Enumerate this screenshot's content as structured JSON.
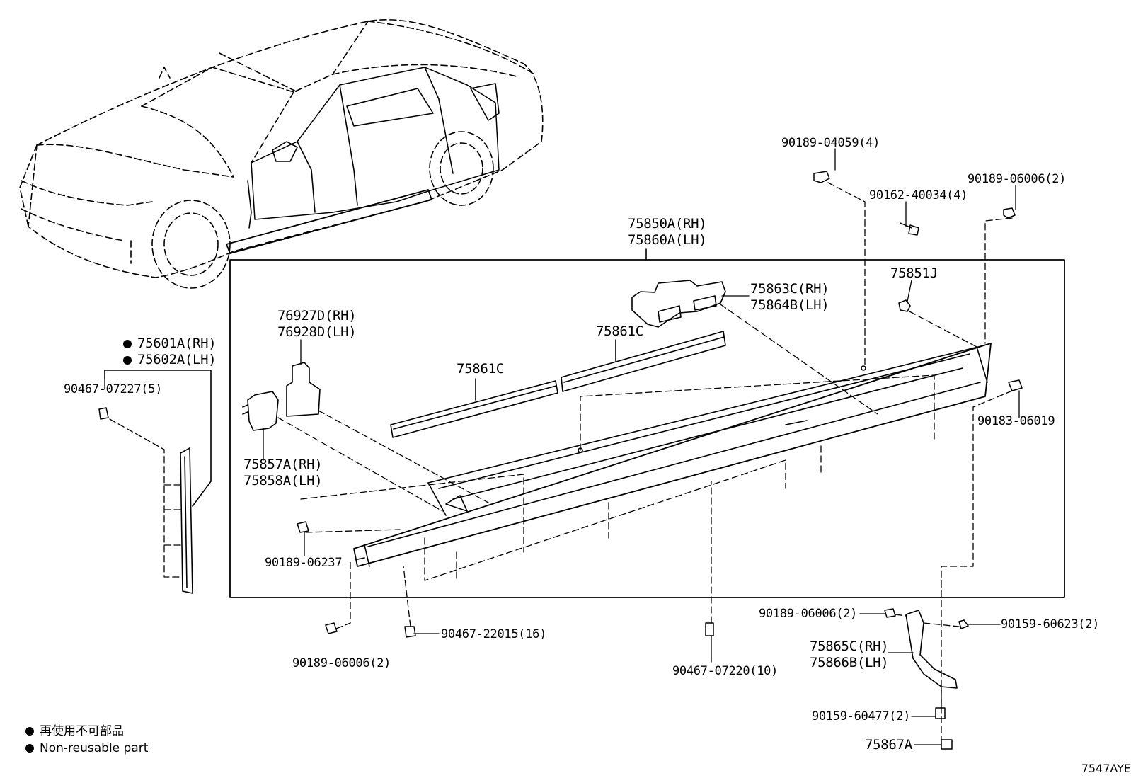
{
  "labels": {
    "p90189_04059": "90189-04059(4)",
    "p90162_40034": "90162-40034(4)",
    "p90189_06006_top": "90189-06006(2)",
    "p75850A": "75850A(RH)",
    "p75860A": "75860A(LH)",
    "p75851J": "75851J",
    "p75863C": "75863C(RH)",
    "p75864B": "75864B(LH)",
    "p76927D": "76927D(RH)",
    "p76928D": "76928D(LH)",
    "p75861C_right": "75861C",
    "p75861C_left": "75861C",
    "p75601A": "75601A(RH)",
    "p75602A": "75602A(LH)",
    "p90467_07227": "90467-07227(5)",
    "p75857A": "75857A(RH)",
    "p75858A": "75858A(LH)",
    "p90183_06019": "90183-06019",
    "p90189_06237": "90189-06237",
    "p90189_06006_mid": "90189-06006(2)",
    "p90159_60623": "90159-60623(2)",
    "p75865C": "75865C(RH)",
    "p75866B": "75866B(LH)",
    "p90467_22015": "90467-22015(16)",
    "p90189_06006_bottom": "90189-06006(2)",
    "p90467_07220": "90467-07220(10)",
    "p90159_60477": "90159-60477(2)",
    "p75867A": "75867A"
  },
  "legend": {
    "jp": "再使用不可部品",
    "en": "Non-reusable part"
  },
  "figure_code": "7547AYE"
}
